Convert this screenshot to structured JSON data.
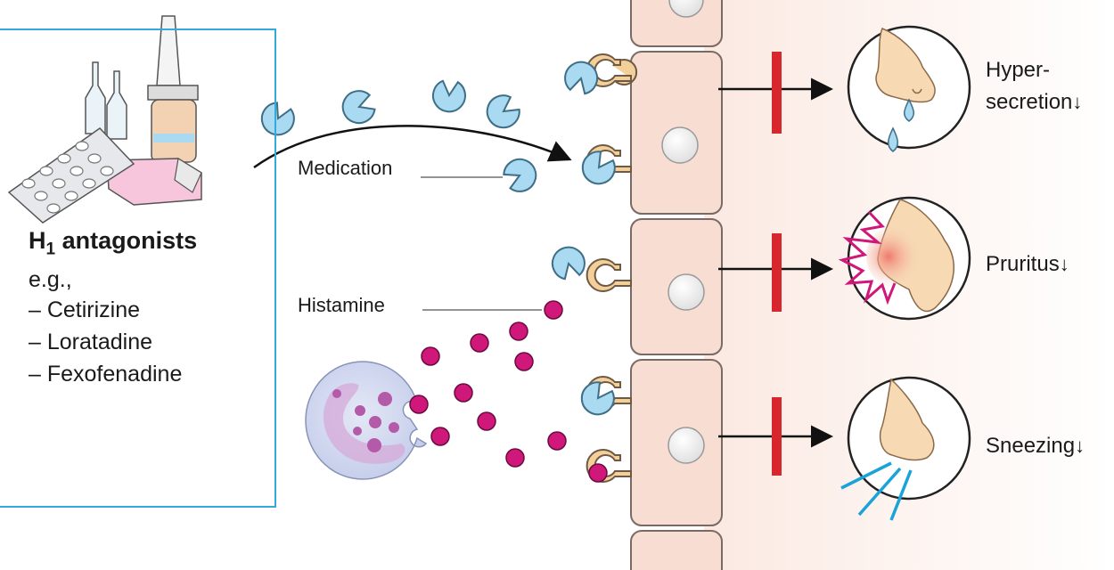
{
  "box": {
    "title_main": "H",
    "title_sub": "1",
    "title_rest": " antagonists",
    "eg": "e.g.,",
    "drugs": [
      "– Cetirizine",
      "– Loratadine",
      "– Fexofenadine"
    ]
  },
  "labels": {
    "medication": "Medication",
    "histamine": "Histamine"
  },
  "effects": [
    {
      "line1": "Hyper-",
      "line2": "secretion",
      "arrow": "↓"
    },
    {
      "line1": "Pruritus",
      "arrow": "↓"
    },
    {
      "line1": "Sneezing",
      "arrow": "↓"
    }
  ],
  "colors": {
    "box_border": "#33a9dc",
    "antagonist": "#a9daf2",
    "histamine": "#d0177a",
    "receptor": "#f3cf9a",
    "cell": "#f8ddd2",
    "block": "#d8262e"
  }
}
